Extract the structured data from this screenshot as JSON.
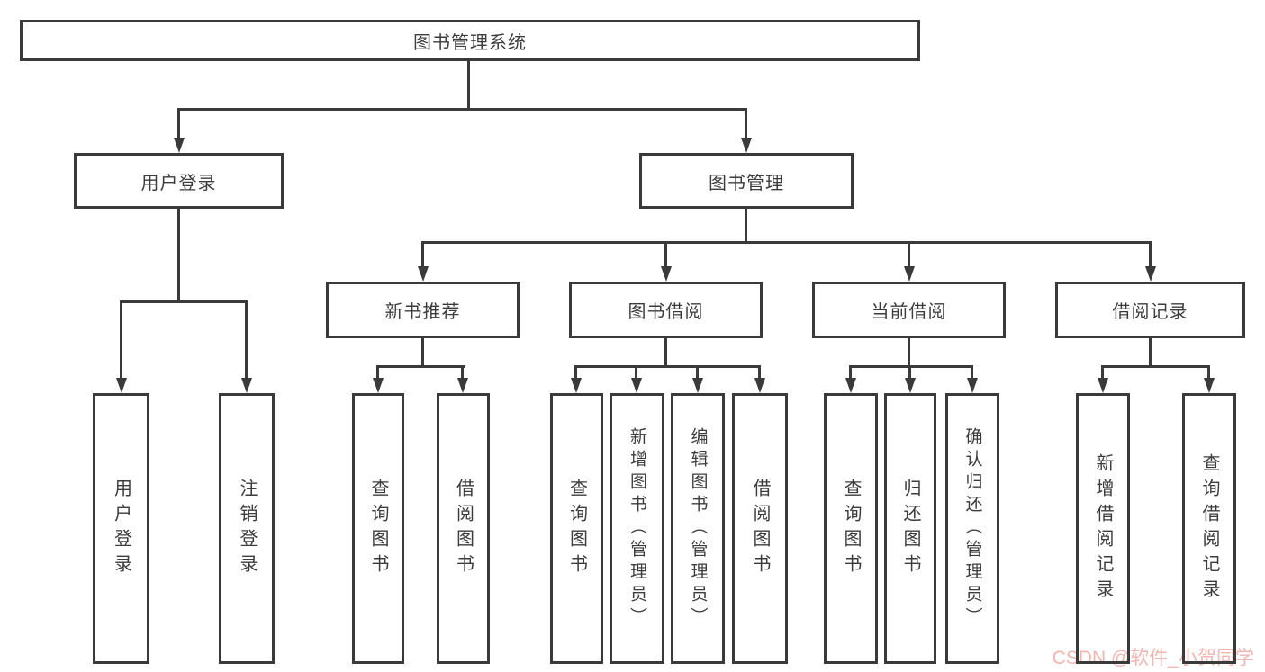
{
  "colors": {
    "line": "#3a3a3a",
    "box_border": "#3a3a3a",
    "text": "#3c3c3c",
    "watermark": "#f2b5b0",
    "background": "#ffffff"
  },
  "tree": {
    "root": {
      "label": "图书管理系统",
      "children": [
        {
          "label": "用户登录",
          "children": [
            {
              "label": "用户登录"
            },
            {
              "label": "注销登录"
            }
          ]
        },
        {
          "label": "图书管理",
          "children": [
            {
              "label": "新书推荐",
              "children": [
                {
                  "label": "查询图书"
                },
                {
                  "label": "借阅图书"
                }
              ]
            },
            {
              "label": "图书借阅",
              "children": [
                {
                  "label": "查询图书"
                },
                {
                  "label": "新增图书（管理员）"
                },
                {
                  "label": "编辑图书（管理员）"
                },
                {
                  "label": "借阅图书"
                }
              ]
            },
            {
              "label": "当前借阅",
              "children": [
                {
                  "label": "查询图书"
                },
                {
                  "label": "归还图书"
                },
                {
                  "label": "确认归还（管理员）"
                }
              ]
            },
            {
              "label": "借阅记录",
              "children": [
                {
                  "label": "新增借阅记录"
                },
                {
                  "label": "查询借阅记录"
                }
              ]
            }
          ]
        }
      ]
    }
  },
  "watermark": {
    "text": "CSDN @软件_小贺同学"
  }
}
